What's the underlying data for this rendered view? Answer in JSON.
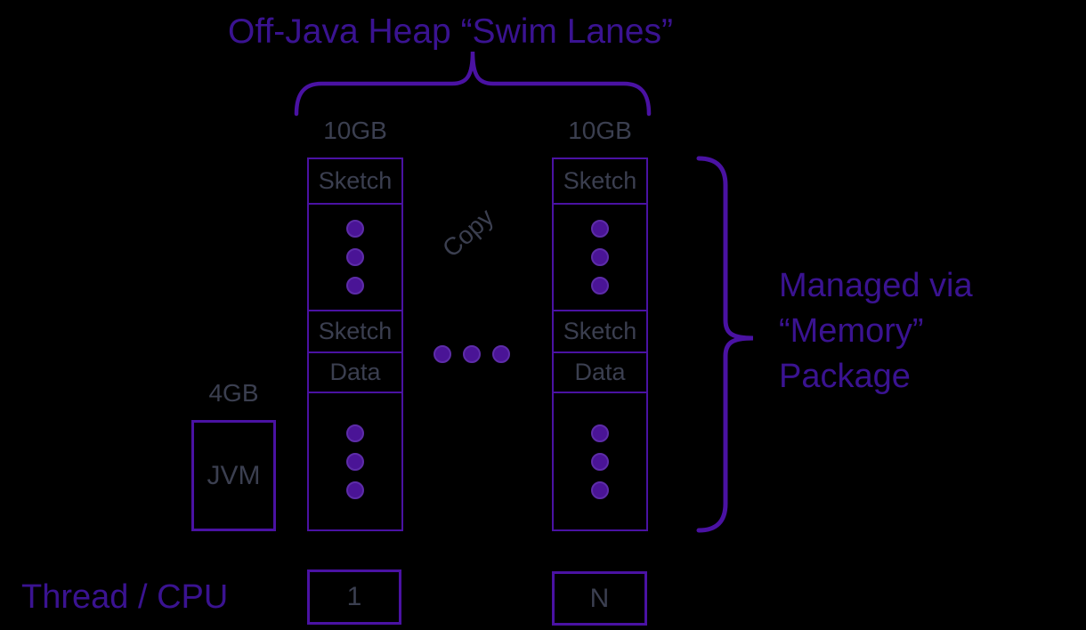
{
  "colors": {
    "background": "#000000",
    "purple_text": "#3A1391",
    "purple_line": "#4A12A3",
    "dot_fill": "#4A1496",
    "dot_rim": "#5D2CA8",
    "gray_text": "#3B3F50"
  },
  "title": "Off-Java Heap “Swim Lanes”",
  "copy_label": "Copy",
  "lane1": {
    "size_label": "10GB",
    "sketch_header": "Sketch",
    "sketch_label": "Sketch",
    "data_label": "Data",
    "thread_label": "1"
  },
  "lane2": {
    "size_label": "10GB",
    "sketch_header": "Sketch",
    "sketch_label": "Sketch",
    "data_label": "Data",
    "thread_label": "N"
  },
  "jvm": {
    "size_label": "4GB",
    "label": "JVM"
  },
  "managed_note": {
    "line1": "Managed via",
    "line2": "“Memory”",
    "line3": "Package"
  },
  "thread_cpu_label": "Thread / CPU"
}
